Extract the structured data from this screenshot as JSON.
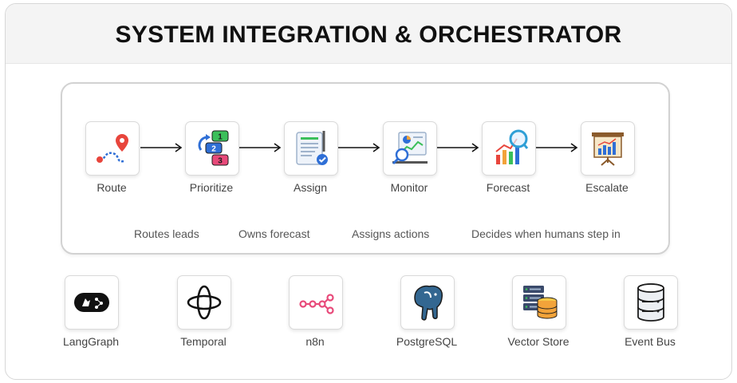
{
  "title": "SYSTEM INTEGRATION & ORCHESTRATOR",
  "steps": [
    {
      "label": "Route",
      "icon": "route-pin-icon"
    },
    {
      "label": "Prioritize",
      "icon": "numbered-list-icon"
    },
    {
      "label": "Assign",
      "icon": "clipboard-check-icon"
    },
    {
      "label": "Monitor",
      "icon": "analytics-magnifier-icon"
    },
    {
      "label": "Forecast",
      "icon": "growth-chart-icon"
    },
    {
      "label": "Escalate",
      "icon": "presentation-board-icon"
    }
  ],
  "roles": [
    "Routes leads",
    "Owns forecast",
    "Assigns actions",
    "Decides when humans step in"
  ],
  "tools": [
    {
      "label": "LangGraph",
      "icon": "langgraph-logo-icon"
    },
    {
      "label": "Temporal",
      "icon": "temporal-logo-icon"
    },
    {
      "label": "n8n",
      "icon": "n8n-logo-icon"
    },
    {
      "label": "PostgreSQL",
      "icon": "postgresql-elephant-icon"
    },
    {
      "label": "Vector Store",
      "icon": "vector-database-icon"
    },
    {
      "label": "Event Bus",
      "icon": "server-stack-icon"
    }
  ],
  "colors": {
    "accent_red": "#e8453c",
    "accent_blue": "#2f6fd6",
    "accent_green": "#3bbf5a",
    "accent_orange": "#f2a33a",
    "pink": "#e84a7a"
  }
}
